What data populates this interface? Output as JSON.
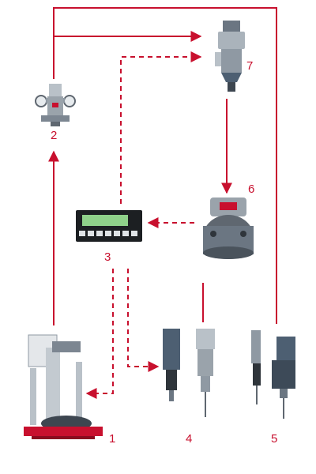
{
  "colors": {
    "line": "#c8102e",
    "metal": "#9aa3ab",
    "metal_dark": "#5f6770",
    "blue_gray": "#4d5f72",
    "display": "#1c1f22",
    "display_green": "#8fd18a"
  },
  "components": [
    {
      "number": "1",
      "icon": "pump-unit-icon"
    },
    {
      "number": "2",
      "icon": "pressure-regulator-icon"
    },
    {
      "number": "3",
      "icon": "controller-display-icon"
    },
    {
      "number": "4",
      "icon": "dispensing-valves-icon"
    },
    {
      "number": "5",
      "icon": "dispensing-valves-pair-icon"
    },
    {
      "number": "6",
      "icon": "flow-meter-icon"
    },
    {
      "number": "7",
      "icon": "dosing-valve-icon"
    }
  ]
}
